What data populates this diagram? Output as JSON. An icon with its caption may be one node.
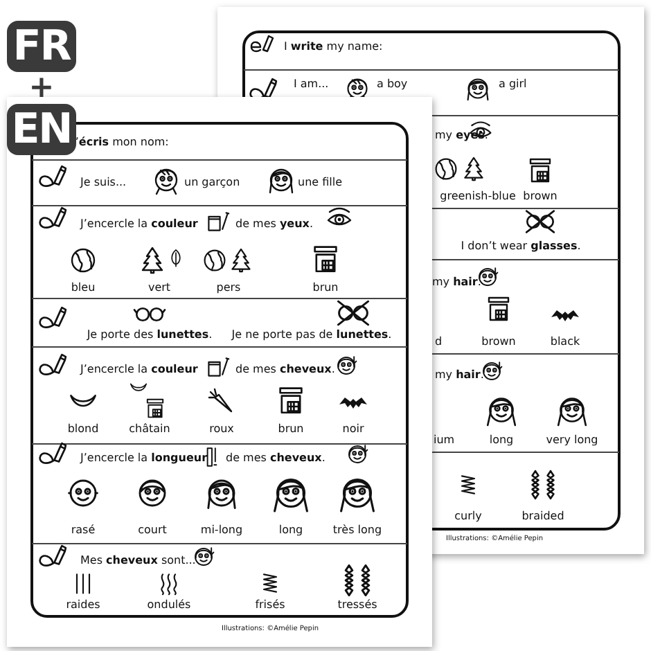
{
  "diagram": {
    "labels": [
      "FR",
      "+",
      "EN",
      "I **write** my name:",
      "I am...",
      "a boy",
      "a girl",
      "my **eyes**.",
      "greenish-blue",
      "brown",
      "I don’t wear **glasses**.",
      "my **hair**.",
      "d",
      "brown",
      "black",
      "my **hair**.",
      "ium",
      "long",
      "very long",
      "curly",
      "braided",
      "Illustrations: ©Amélie Pepin",
      "J’**écris** mon nom:",
      "Je suis...",
      "un garçon",
      "une fille",
      "J’encercle la **couleur**",
      "de mes **yeux**.",
      "bleu",
      "vert",
      "pers",
      "brun",
      "Je porte des **lunettes**.",
      "Je ne porte pas de **lunettes**.",
      "J’encercle la **couleur**",
      "de mes **cheveux**.",
      "blond",
      "châtain",
      "roux",
      "brun",
      "noir",
      "J’encercle la **longueur**",
      "de mes **cheveux**.",
      "rasé",
      "court",
      "mi-long",
      "long",
      "très long",
      "Mes **cheveux** sont...",
      "raides",
      "ondulés",
      "frisés",
      "tressés",
      "Illustrations: ©Amélie Pepin"
    ]
  }
}
